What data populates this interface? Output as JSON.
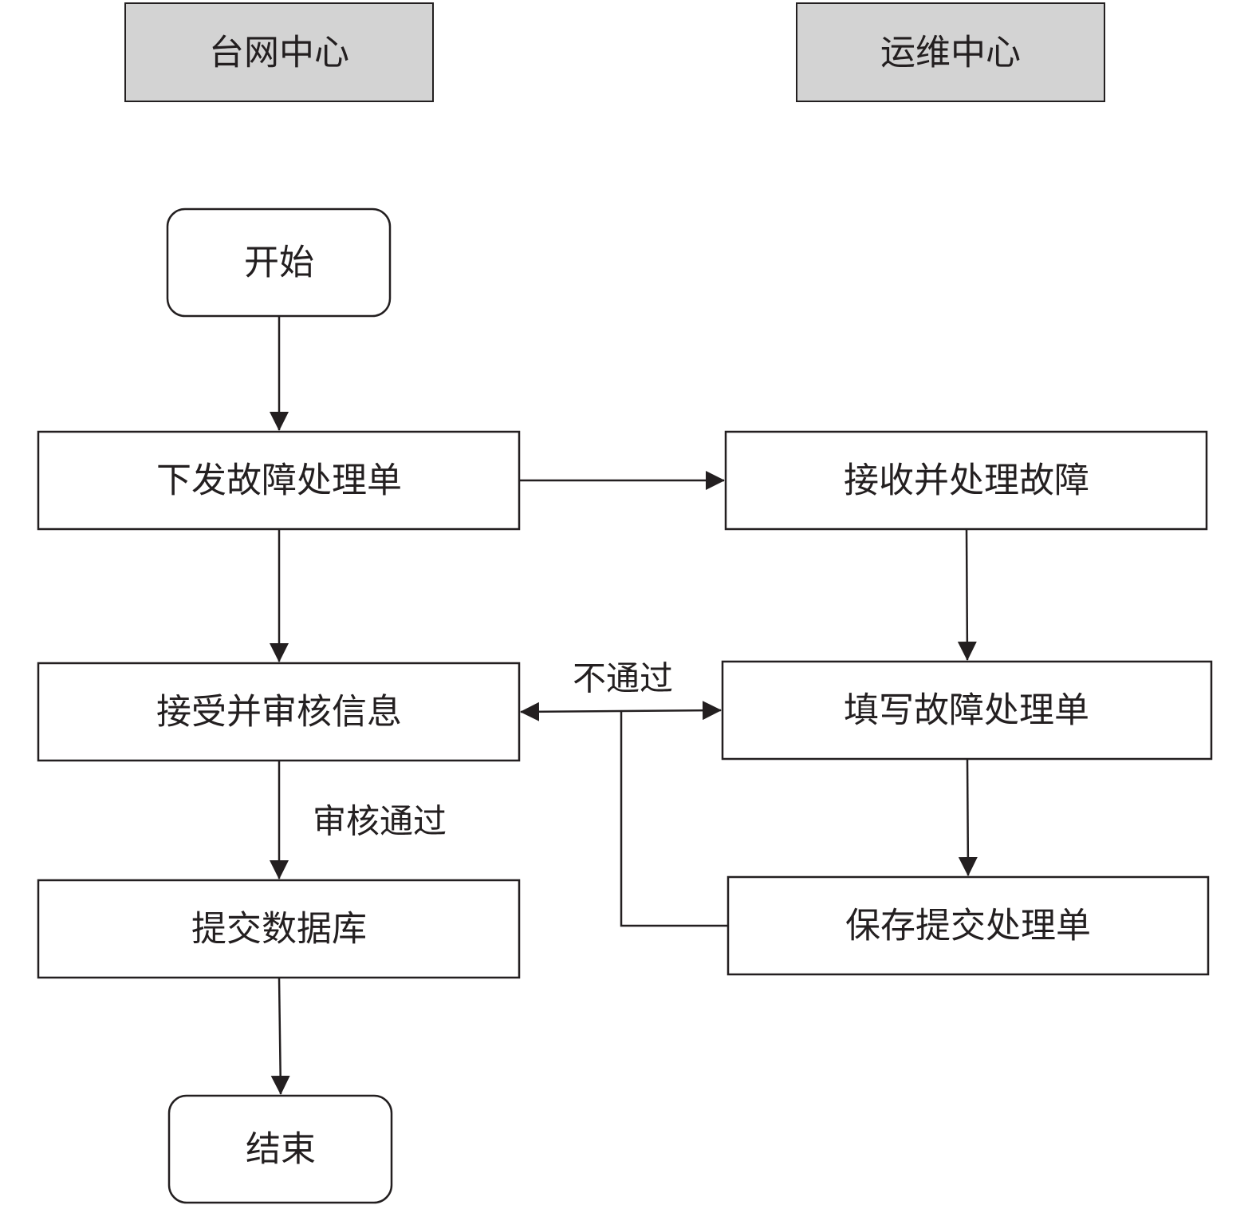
{
  "lanes": {
    "left": "台网中心",
    "right": "运维中心"
  },
  "nodes": {
    "start": "开始",
    "issue_ticket": "下发故障处理单",
    "receive_handle": "接收并处理故障",
    "review_info": "接受并审核信息",
    "fill_ticket": "填写故障处理单",
    "submit_db": "提交数据库",
    "save_submit": "保存提交处理单",
    "end": "结束"
  },
  "edge_labels": {
    "rejected": "不通过",
    "approved": "审核通过"
  },
  "colors": {
    "stroke": "#231f20",
    "lane_fill": "#d3d3d3",
    "node_fill": "#ffffff"
  }
}
